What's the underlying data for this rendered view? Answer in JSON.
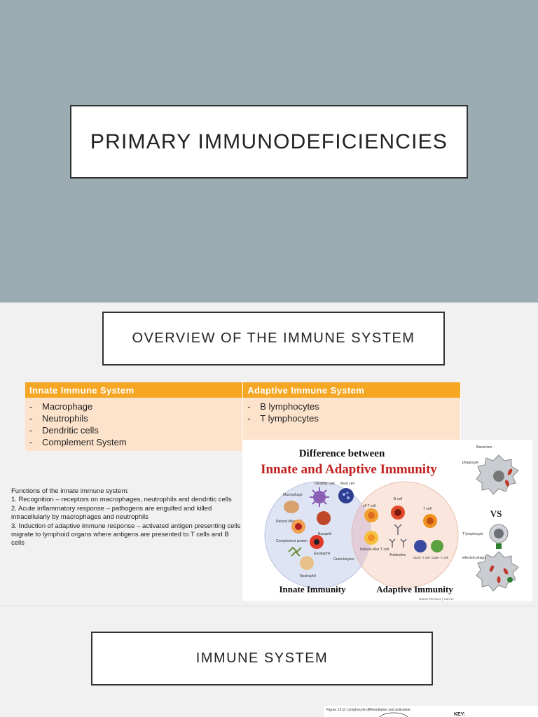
{
  "slide1": {
    "title": "PRIMARY IMMUNODEFICIENCIES",
    "background_color": "#9aabb1"
  },
  "slide2": {
    "heading": "OVERVIEW OF THE IMMUNE SYSTEM",
    "table": {
      "header_color": "#f5a623",
      "cell_color": "#fde3cc",
      "columns": [
        {
          "header": "Innate Immune System",
          "items": [
            "Macrophage",
            "Neutrophils",
            "Dendritic cells",
            "Complement System"
          ]
        },
        {
          "header": "Adaptive Immune System",
          "items": [
            "B lymphocytes",
            "T lymphocytes"
          ]
        }
      ]
    },
    "functions": {
      "title": "Functions of the innate immune system:",
      "items": [
        "1. Recognition – receptors on macrophages, neutrophils and dendritic cells",
        "2. Acute inflammatory response – pathogens are engulfed and killed intracellularly by macrophages and neutrophils",
        "3. Induction of adaptive immune response – activated antigen presenting cells migrate to lymphoid organs where antigens are presented to T cells and B cells"
      ]
    },
    "diagram": {
      "title_line1": "Difference between",
      "title_line2": "Innate and Adaptive Immunity",
      "left_label": "Innate Immunity",
      "right_label": "Adaptive Immunity",
      "vs_label": "VS",
      "credit": "Nature Reviews | Cancer",
      "cell_labels": {
        "dendritic": "Dendritic cell",
        "mast": "Mast cell",
        "macrophage": "Macrophage",
        "nk": "Natural killer cell",
        "basophil": "Basophil",
        "complement": "Complement protein",
        "eosinophil": "Eosinophil",
        "granulocytes": "Granulocytes",
        "neutrophil": "Neutrophil",
        "gdt": "γδ T cell",
        "nkt": "Natural killer T cell",
        "bcell": "B cell",
        "antibodies": "Antibodies",
        "tcell": "T cell",
        "cd4": "CD4+ T cell",
        "cd8": "CD8+ T cell",
        "bacterium": "Bacterium",
        "phagocyte": "phagocyte",
        "lymphocyte": "T lymphocyte",
        "infected": "infected phagocyte"
      }
    }
  },
  "slide3": {
    "heading": "IMMUNE SYSTEM",
    "figure_caption": "Figure 12.11 Lymphocyte differentiation and activation.",
    "figure_key": "KEY:"
  }
}
